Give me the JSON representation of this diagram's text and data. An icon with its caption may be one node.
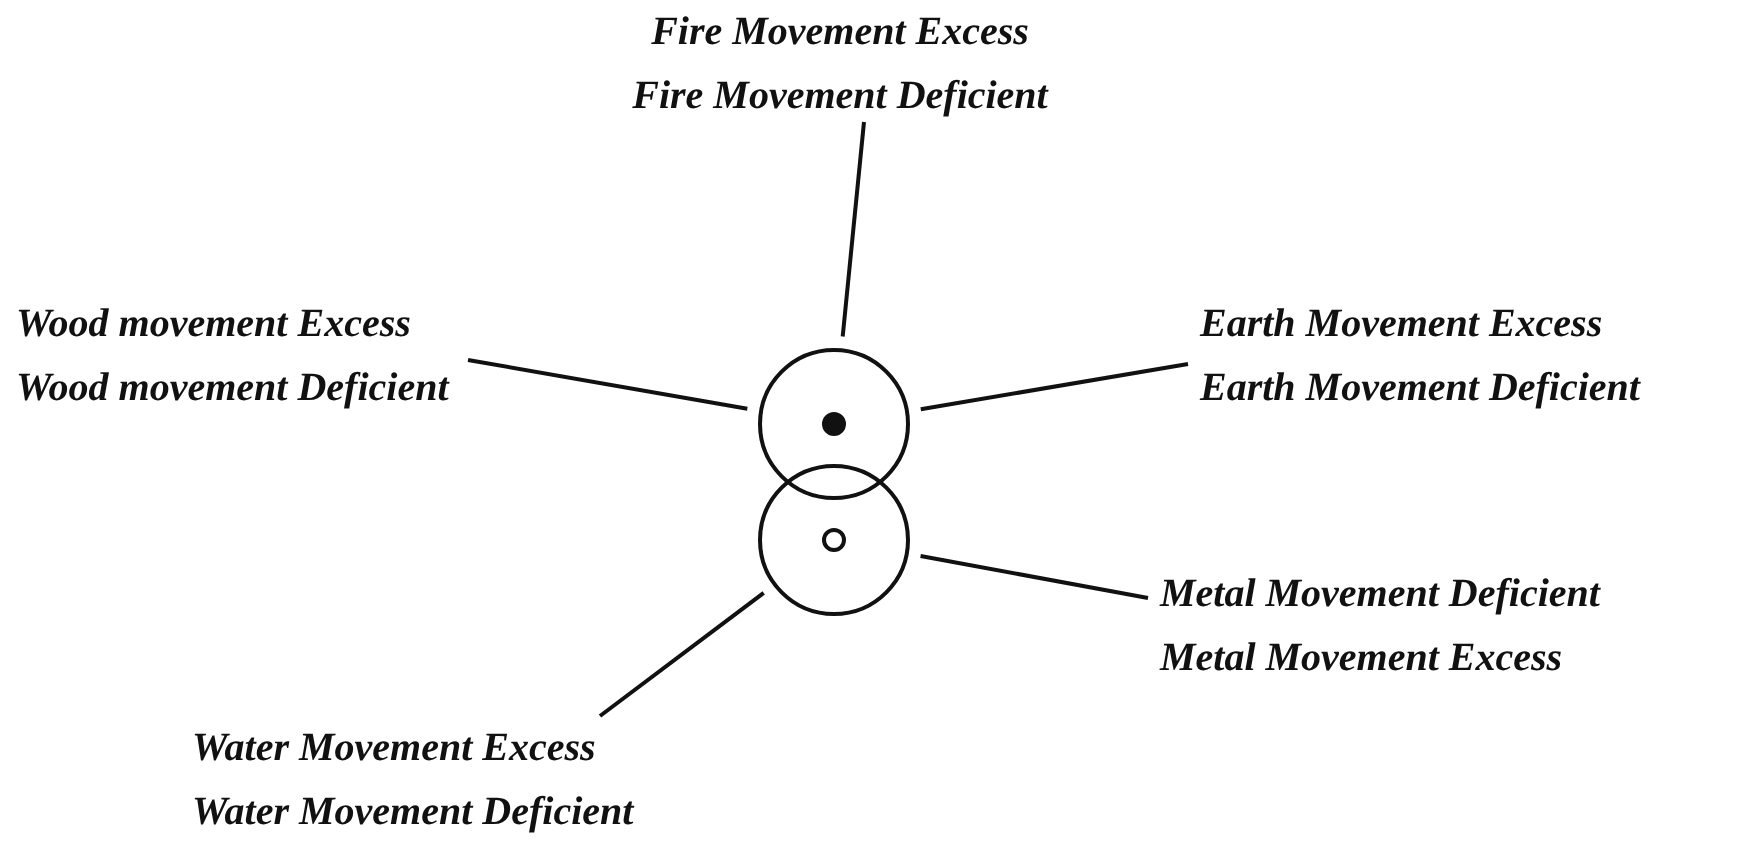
{
  "diagram": {
    "nodes": [
      {
        "text": [
          "Fire Movement Excess",
          "Fire Movement Deficient"
        ]
      },
      {
        "text": [
          "Wood movement Excess",
          "Wood movement Deficient"
        ]
      },
      {
        "text": [
          "Earth Movement Excess",
          "Earth Movement Deficient"
        ]
      },
      {
        "text": [],
        "shape": "circle"
      },
      {
        "text": [],
        "shape": "circle"
      },
      {
        "text": [
          "Metal Movement Deficient",
          "Metal Movement Excess"
        ]
      },
      {
        "text": [
          "Water Movement Excess",
          "Water Movement Deficient"
        ]
      }
    ],
    "edges": [
      {
        "from": 0,
        "to": 3,
        "arrow": "none"
      },
      {
        "from": 1,
        "to": 3,
        "arrow": "none"
      },
      {
        "from": 2,
        "to": 3,
        "arrow": "none"
      },
      {
        "from": 5,
        "to": 4,
        "arrow": "none"
      },
      {
        "from": 6,
        "to": 4,
        "arrow": "none"
      }
    ]
  }
}
